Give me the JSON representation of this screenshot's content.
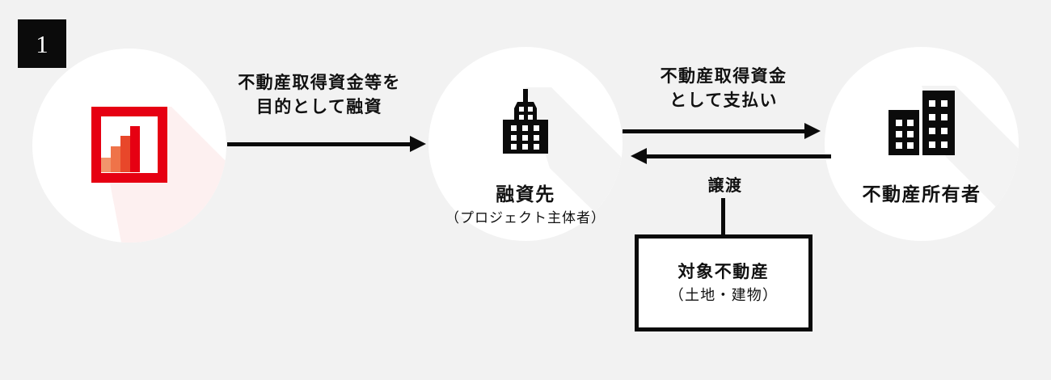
{
  "step": {
    "number": "1"
  },
  "nodes": {
    "source": {
      "icon": "bar-chart-in-frame-icon",
      "label_main": "",
      "label_sub": ""
    },
    "lendee": {
      "icon": "skyscraper-icon",
      "label_main": "融資先",
      "label_sub": "（プロジェクト主体者）"
    },
    "owner": {
      "icon": "two-buildings-icon",
      "label_main": "不動産所有者",
      "label_sub": ""
    }
  },
  "flows": {
    "loan": {
      "line1": "不動産取得資金等を",
      "line2": "目的として融資",
      "direction": "right"
    },
    "payment": {
      "line1": "不動産取得資金",
      "line2": "として支払い",
      "direction": "bidirectional"
    },
    "transfer": {
      "label": "譲渡"
    }
  },
  "property_box": {
    "title": "対象不動産",
    "subtitle": "（土地・建物）"
  },
  "chart_icon_bars": [
    {
      "height": 18,
      "color": "#f2956c"
    },
    {
      "height": 32,
      "color": "#ef7349"
    },
    {
      "height": 45,
      "color": "#e8472a"
    },
    {
      "height": 57,
      "color": "#e60012"
    }
  ],
  "colors": {
    "background": "#f2f2f2",
    "disc": "#ffffff",
    "ink": "#0b0b0b",
    "accent_red": "#e60012",
    "shadow_red": "#fdf0f0",
    "shadow_gray": "#f3f3f3"
  }
}
